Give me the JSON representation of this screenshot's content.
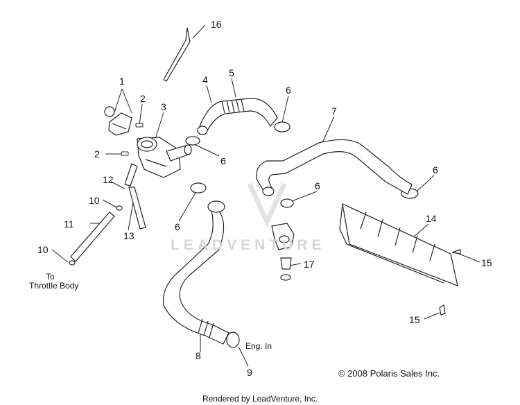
{
  "callouts": [
    "1",
    "2",
    "3",
    "2",
    "4",
    "5",
    "6",
    "6",
    "7",
    "6",
    "6",
    "6",
    "10",
    "11",
    "10",
    "12",
    "13",
    "14",
    "15",
    "15",
    "16",
    "17",
    "8",
    "9"
  ],
  "notes": {
    "to_throttle_line1": "To",
    "to_throttle_line2": "Throttle Body",
    "eng_in": "Eng. In"
  },
  "copyright": "© 2008 Polaris Sales Inc.",
  "footer": "Rendered by LeadVenture, Inc.",
  "watermark": "LEADVENTURE",
  "colors": {
    "ink": "#111111",
    "watermark": "#d6d6d6"
  }
}
